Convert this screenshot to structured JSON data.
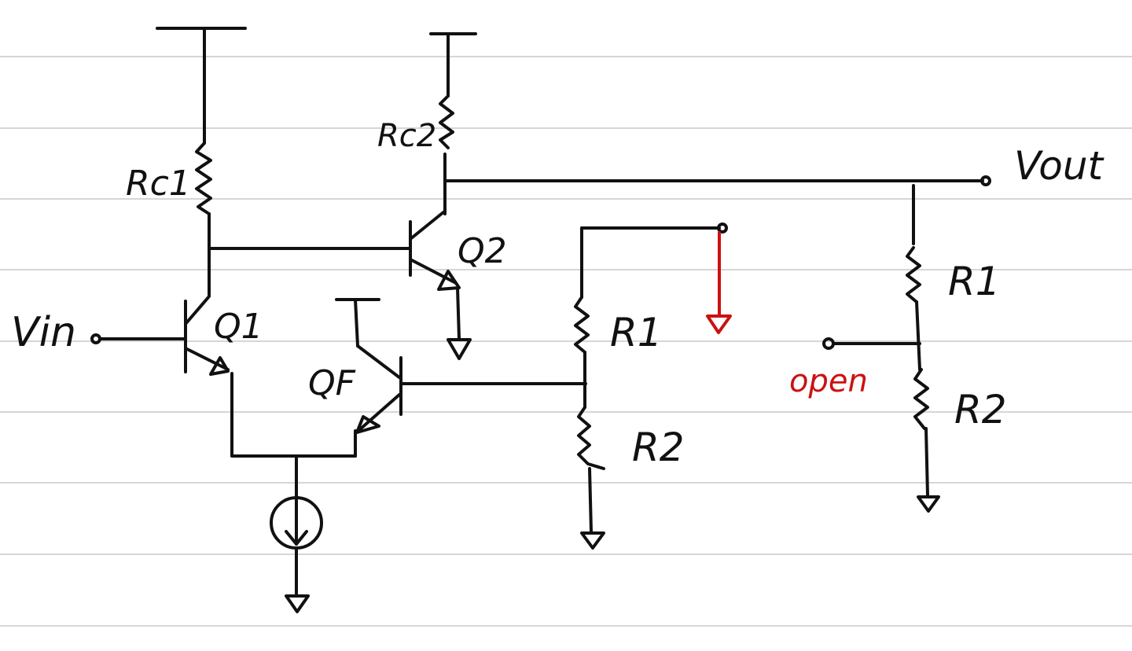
{
  "labels": {
    "rc1": "Rc1",
    "rc2": "Rc2",
    "q1": "Q1",
    "q2": "Q2",
    "qf": "QF",
    "vin": "Vin",
    "vout": "Vout",
    "r1_left": "R1",
    "r2_left": "R2",
    "r1_right": "R1",
    "r2_right": "R2",
    "open": "open"
  },
  "colors": {
    "ink": "#111111",
    "annotation": "#cc1111",
    "ruled_lines": "#d6d6d6"
  }
}
